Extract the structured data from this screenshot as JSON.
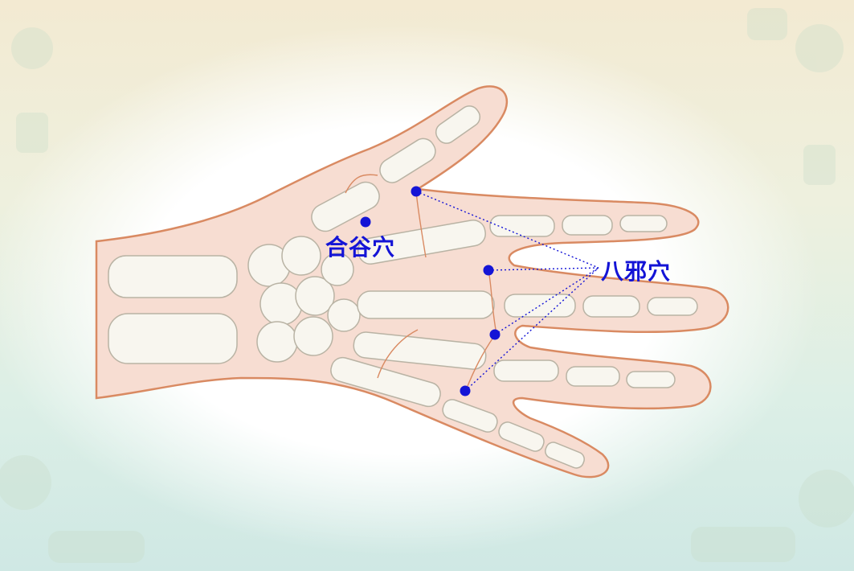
{
  "labels": {
    "hegu": "合谷穴",
    "baxie": "八邪穴"
  },
  "colors": {
    "marker": "#1414d6",
    "label": "#1414d6",
    "skin": "#f7ddd2",
    "outline": "#d98a62",
    "bone": "#f8f6ef",
    "bone_outline": "#b9b3a4",
    "background_edge": "#cfe8e4"
  },
  "icons": [
    "hand-skeleton-illustration",
    "acupoint-marker"
  ]
}
